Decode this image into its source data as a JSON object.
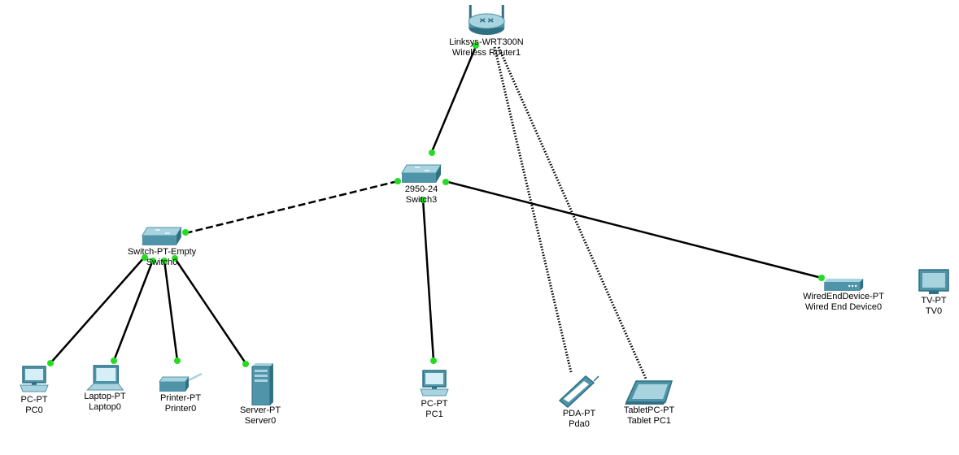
{
  "devices": {
    "router": {
      "model": "Linksys-WRT300N",
      "name": "Wireless Router1"
    },
    "switch3": {
      "model": "2950-24",
      "name": "Switch3"
    },
    "switch0": {
      "model": "Switch-PT-Empty",
      "name": "Switch0"
    },
    "pc0": {
      "model": "PC-PT",
      "name": "PC0"
    },
    "laptop0": {
      "model": "Laptop-PT",
      "name": "Laptop0"
    },
    "printer0": {
      "model": "Printer-PT",
      "name": "Printer0"
    },
    "server0": {
      "model": "Server-PT",
      "name": "Server0"
    },
    "pc1": {
      "model": "PC-PT",
      "name": "PC1"
    },
    "pda0": {
      "model": "PDA-PT",
      "name": "Pda0"
    },
    "tablet1": {
      "model": "TabletPC-PT",
      "name": "Tablet PC1"
    },
    "wired0": {
      "model": "WiredEndDevice-PT",
      "name": "Wired End Device0"
    },
    "tv0": {
      "model": "TV-PT",
      "name": "TV0"
    }
  },
  "colors": {
    "link": "#000000",
    "port_up": "#22dd22",
    "device_main": "#4f94a8",
    "device_dark": "#2f6f82",
    "device_light": "#a9d3df"
  }
}
